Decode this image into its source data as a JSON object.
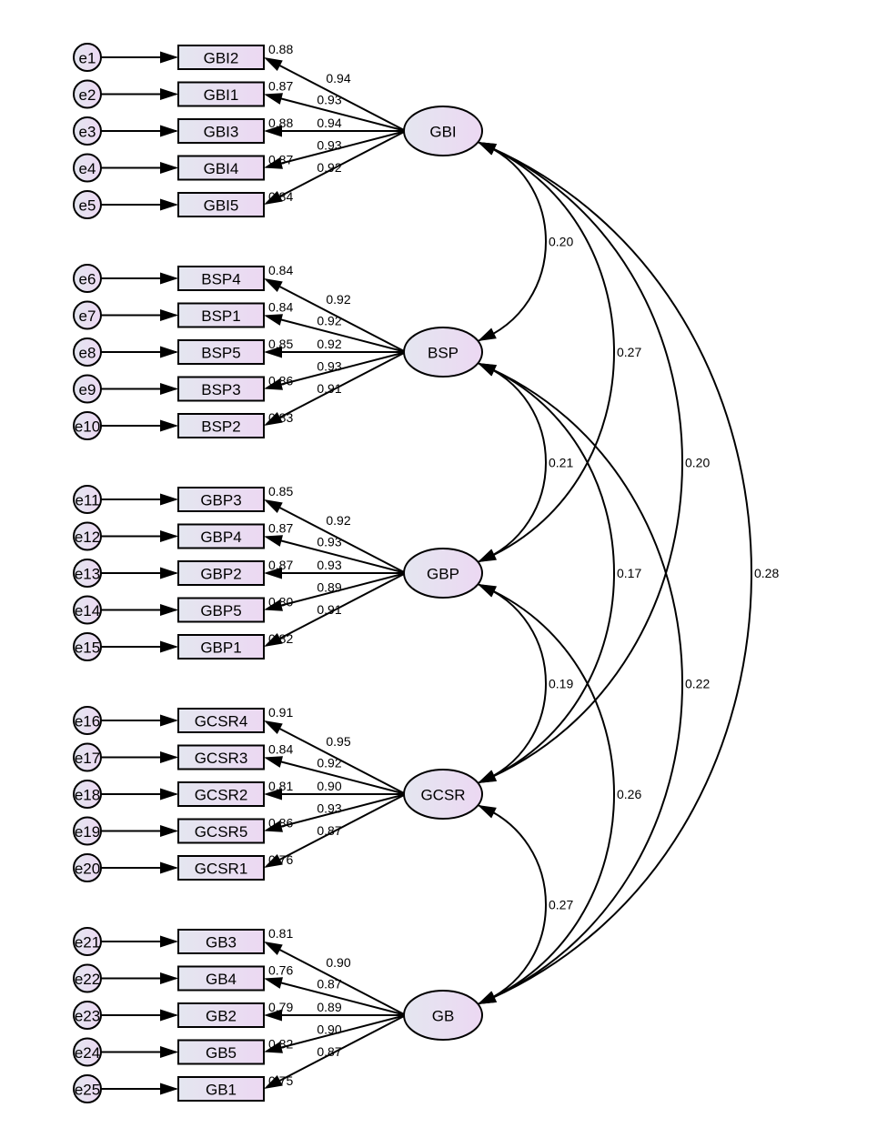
{
  "diagram": {
    "type": "SEM measurement model (CFA path diagram)",
    "colors": {
      "line": "#000000",
      "fill_left": "#e4e6f0",
      "fill_right": "#ecd8f2",
      "background": "#ffffff"
    },
    "latents": [
      {
        "id": "GBI",
        "label": "GBI",
        "indicators": [
          {
            "error": "e1",
            "label": "GBI2",
            "loading": "0.94",
            "r2": "0.88"
          },
          {
            "error": "e2",
            "label": "GBI1",
            "loading": "0.93",
            "r2": "0.87"
          },
          {
            "error": "e3",
            "label": "GBI3",
            "loading": "0.94",
            "r2": "0.88"
          },
          {
            "error": "e4",
            "label": "GBI4",
            "loading": "0.93",
            "r2": "0.87"
          },
          {
            "error": "e5",
            "label": "GBI5",
            "loading": "0.92",
            "r2": "0.84"
          }
        ]
      },
      {
        "id": "BSP",
        "label": "BSP",
        "indicators": [
          {
            "error": "e6",
            "label": "BSP4",
            "loading": "0.92",
            "r2": "0.84"
          },
          {
            "error": "e7",
            "label": "BSP1",
            "loading": "0.92",
            "r2": "0.84"
          },
          {
            "error": "e8",
            "label": "BSP5",
            "loading": "0.92",
            "r2": "0.85"
          },
          {
            "error": "e9",
            "label": "BSP3",
            "loading": "0.93",
            "r2": "0.86"
          },
          {
            "error": "e10",
            "label": "BSP2",
            "loading": "0.91",
            "r2": "0.83"
          }
        ]
      },
      {
        "id": "GBP",
        "label": "GBP",
        "indicators": [
          {
            "error": "e11",
            "label": "GBP3",
            "loading": "0.92",
            "r2": "0.85"
          },
          {
            "error": "e12",
            "label": "GBP4",
            "loading": "0.93",
            "r2": "0.87"
          },
          {
            "error": "e13",
            "label": "GBP2",
            "loading": "0.93",
            "r2": "0.87"
          },
          {
            "error": "e14",
            "label": "GBP5",
            "loading": "0.89",
            "r2": "0.80"
          },
          {
            "error": "e15",
            "label": "GBP1",
            "loading": "0.91",
            "r2": "0.82"
          }
        ]
      },
      {
        "id": "GCSR",
        "label": "GCSR",
        "indicators": [
          {
            "error": "e16",
            "label": "GCSR4",
            "loading": "0.95",
            "r2": "0.91"
          },
          {
            "error": "e17",
            "label": "GCSR3",
            "loading": "0.92",
            "r2": "0.84"
          },
          {
            "error": "e18",
            "label": "GCSR2",
            "loading": "0.90",
            "r2": "0.81"
          },
          {
            "error": "e19",
            "label": "GCSR5",
            "loading": "0.93",
            "r2": "0.86"
          },
          {
            "error": "e20",
            "label": "GCSR1",
            "loading": "0.87",
            "r2": "0.76"
          }
        ]
      },
      {
        "id": "GB",
        "label": "GB",
        "indicators": [
          {
            "error": "e21",
            "label": "GB3",
            "loading": "0.90",
            "r2": "0.81"
          },
          {
            "error": "e22",
            "label": "GB4",
            "loading": "0.87",
            "r2": "0.76"
          },
          {
            "error": "e23",
            "label": "GB2",
            "loading": "0.89",
            "r2": "0.79"
          },
          {
            "error": "e24",
            "label": "GB5",
            "loading": "0.90",
            "r2": "0.82"
          },
          {
            "error": "e25",
            "label": "GB1",
            "loading": "0.87",
            "r2": "0.75"
          }
        ]
      }
    ],
    "correlations": [
      {
        "from": "GBI",
        "to": "BSP",
        "value": "0.20"
      },
      {
        "from": "BSP",
        "to": "GBP",
        "value": "0.21"
      },
      {
        "from": "GBP",
        "to": "GCSR",
        "value": "0.19"
      },
      {
        "from": "GCSR",
        "to": "GB",
        "value": "0.27"
      },
      {
        "from": "GBI",
        "to": "GBP",
        "value": "0.27"
      },
      {
        "from": "BSP",
        "to": "GCSR",
        "value": "0.17"
      },
      {
        "from": "GBP",
        "to": "GB",
        "value": "0.26"
      },
      {
        "from": "GBI",
        "to": "GCSR",
        "value": "0.20"
      },
      {
        "from": "BSP",
        "to": "GB",
        "value": "0.22"
      },
      {
        "from": "GBI",
        "to": "GB",
        "value": "0.28"
      }
    ]
  }
}
